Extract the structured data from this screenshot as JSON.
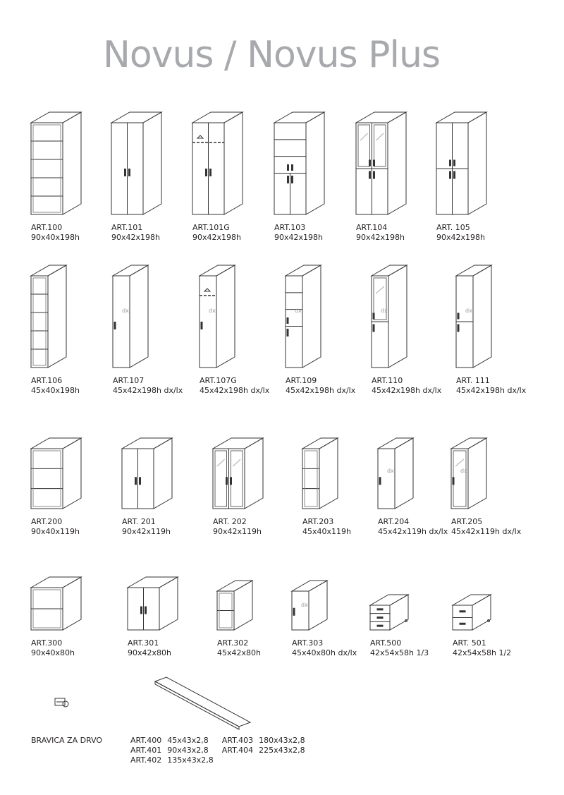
{
  "title": "Novus / Novus Plus",
  "items": [
    {
      "code": "ART.100",
      "dims": "90x40x198h"
    },
    {
      "code": "ART.101",
      "dims": "90x42x198h"
    },
    {
      "code": "ART.101G",
      "dims": "90x42x198h"
    },
    {
      "code": "ART.103",
      "dims": "90x42x198h"
    },
    {
      "code": "ART.104",
      "dims": "90x42x198h"
    },
    {
      "code": "ART. 105",
      "dims": "90x42x198h"
    },
    {
      "code": "ART.106",
      "dims": "45x40x198h"
    },
    {
      "code": "ART.107",
      "dims": "45x42x198h dx/lx"
    },
    {
      "code": "ART.107G",
      "dims": "45x42x198h dx/lx"
    },
    {
      "code": "ART.109",
      "dims": "45x42x198h dx/lx"
    },
    {
      "code": "ART.110",
      "dims": "45x42x198h dx/lx"
    },
    {
      "code": "ART. 111",
      "dims": "45x42x198h dx/lx"
    },
    {
      "code": "ART.200",
      "dims": "90x40x119h"
    },
    {
      "code": "ART. 201",
      "dims": "90x42x119h"
    },
    {
      "code": "ART. 202",
      "dims": "90x42x119h"
    },
    {
      "code": "ART.203",
      "dims": "45x40x119h"
    },
    {
      "code": "ART.204",
      "dims": "45x42x119h dx/lx"
    },
    {
      "code": "ART.205",
      "dims": "45x42x119h dx/lx"
    },
    {
      "code": "ART.300",
      "dims": "90x40x80h"
    },
    {
      "code": "ART.301",
      "dims": "90x42x80h"
    },
    {
      "code": "ART.302",
      "dims": "45x42x80h"
    },
    {
      "code": "ART.303",
      "dims": "45x40x80h dx/lx"
    },
    {
      "code": "ART.500",
      "dims": "42x54x58h 1/3"
    },
    {
      "code": "ART. 501",
      "dims": "42x54x58h 1/2"
    }
  ],
  "bravica": "BRAVICA ZA DRVO",
  "door_mark": "dx",
  "worktops": [
    {
      "code": "ART.400",
      "dims": "45x43x2,8"
    },
    {
      "code": "ART.403",
      "dims": "180x43x2,8"
    },
    {
      "code": "ART.401",
      "dims": "90x43x2,8"
    },
    {
      "code": "ART.404",
      "dims": "225x43x2,8"
    },
    {
      "code": "ART.402",
      "dims": "135x43x2,8"
    }
  ]
}
